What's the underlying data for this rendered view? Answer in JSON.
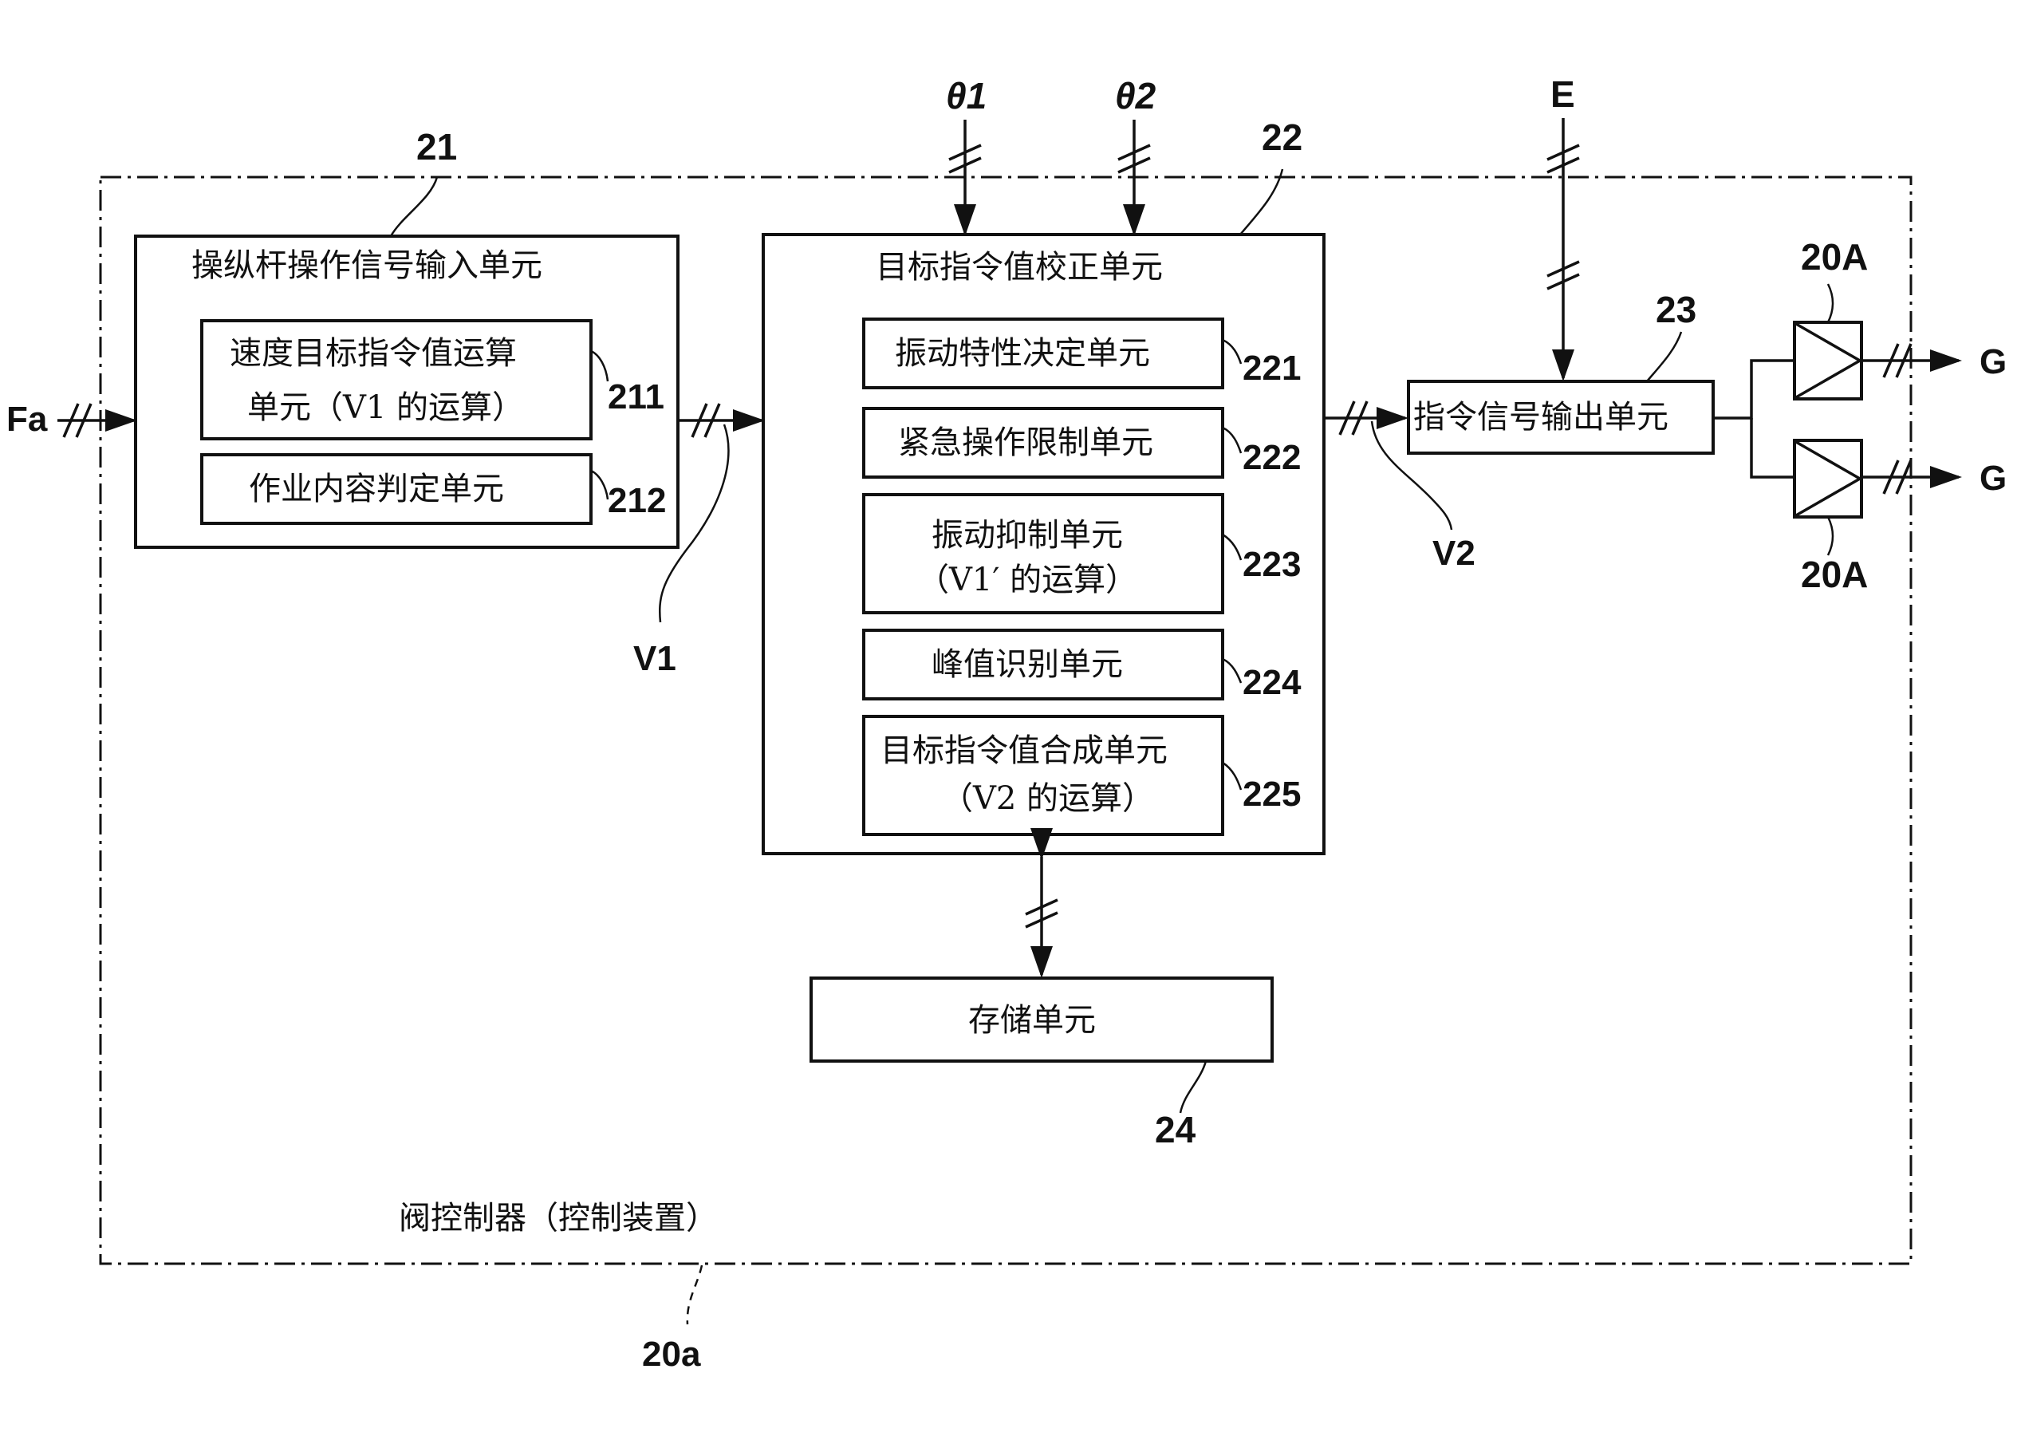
{
  "controller": {
    "label": "阀控制器（控制装置）",
    "ref": "20a"
  },
  "input_unit": {
    "title": "操纵杆操作信号输入单元",
    "ref": "21",
    "sub": [
      {
        "line1": "速度目标指令值运算",
        "line2": "单元（V1 的运算）",
        "ref": "211"
      },
      {
        "line1": "作业内容判定单元",
        "ref": "212"
      }
    ]
  },
  "correction_unit": {
    "title": "目标指令值校正单元",
    "ref": "22",
    "sub": [
      {
        "line1": "振动特性决定单元",
        "ref": "221"
      },
      {
        "line1": "紧急操作限制单元",
        "ref": "222"
      },
      {
        "line1": "振动抑制单元",
        "line2": "（V1′ 的运算）",
        "ref": "223"
      },
      {
        "line1": "峰值识别单元",
        "ref": "224"
      },
      {
        "line1": "目标指令值合成单元",
        "line2": "（V2 的运算）",
        "ref": "225"
      }
    ]
  },
  "output_unit": {
    "title": "指令信号输出单元",
    "ref": "23"
  },
  "storage_unit": {
    "title": "存储单元",
    "ref": "24"
  },
  "signals": {
    "fa": "Fa",
    "v1": "V1",
    "v2": "V2",
    "theta1": "θ1",
    "theta2": "θ2",
    "e": "E",
    "g_top": "G",
    "g_bottom": "G"
  },
  "amplifiers": {
    "top_ref": "20A",
    "bottom_ref": "20A"
  }
}
